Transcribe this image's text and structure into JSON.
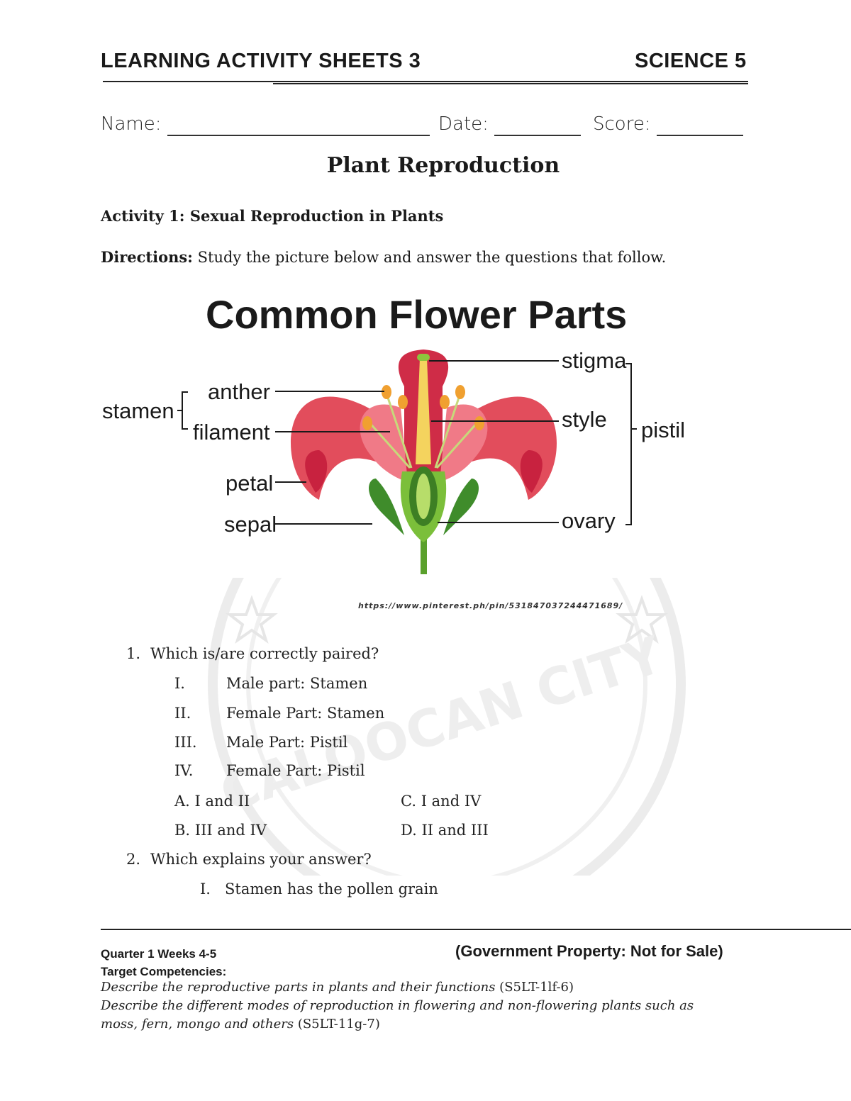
{
  "header": {
    "left_title": "LEARNING ACTIVITY SHEETS 3",
    "right_title": "SCIENCE 5"
  },
  "fields": {
    "name_label": "Name:",
    "date_label": "Date:",
    "score_label": "Score:"
  },
  "title": "Plant Reproduction",
  "activity": "Activity 1: Sexual Reproduction in Plants",
  "directions": {
    "label": "Directions:",
    "text": " Study the picture below and answer the questions that follow."
  },
  "diagram": {
    "title": "Common Flower Parts",
    "labels": {
      "stamen": "stamen",
      "anther": "anther",
      "filament": "filament",
      "petal": "petal",
      "sepal": "sepal",
      "stigma": "stigma",
      "style": "style",
      "ovary": "ovary",
      "pistil": "pistil"
    },
    "colors": {
      "petal": "#e24d5c",
      "petal_dark": "#c8223f",
      "sepal": "#3f8c2b",
      "ovary": "#7bbf3a",
      "anther": "#f0a030"
    },
    "source": "https://www.pinterest.ph/pin/531847037244471689/"
  },
  "questions": [
    {
      "number": "1.",
      "text": "Which is/are correctly paired?",
      "items": [
        {
          "roman": "I.",
          "text": "Male part: Stamen"
        },
        {
          "roman": "II.",
          "text": "Female Part: Stamen"
        },
        {
          "roman": "III.",
          "text": "Male Part: Pistil"
        },
        {
          "roman": "IV.",
          "text": "Female Part: Pistil"
        }
      ],
      "choices": [
        {
          "letter": "A.",
          "text": "I and II"
        },
        {
          "letter": "C.",
          "text": "I and IV"
        },
        {
          "letter": "B.",
          "text": "III and IV"
        },
        {
          "letter": "D.",
          "text": "II and III"
        }
      ]
    },
    {
      "number": "2.",
      "text": "Which explains your answer?",
      "items": [
        {
          "roman": "I.",
          "text": "Stamen has the pollen grain"
        }
      ]
    }
  ],
  "footer": {
    "quarter": "Quarter 1 Weeks 4-5",
    "government": "(Government Property: Not for Sale)",
    "target": "Target Competencies:",
    "line1_italic": "Describe the reproductive parts in plants and their functions",
    "line1_code": " (S5LT-1lf-6)",
    "line2_italic": "Describe the different modes of reproduction in flowering and non-flowering plants such as",
    "line3_italic": "moss, fern, mongo and others",
    "line3_code": " (S5LT-11g-7)"
  }
}
